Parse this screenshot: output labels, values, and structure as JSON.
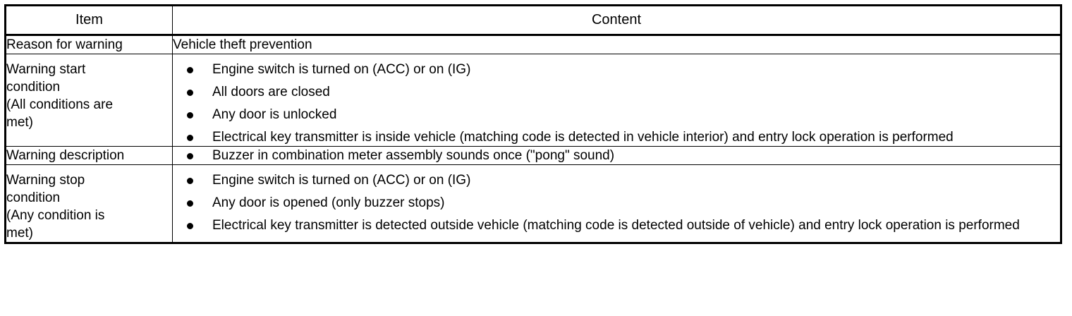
{
  "table": {
    "headers": {
      "item": "Item",
      "content": "Content"
    },
    "rows": [
      {
        "item": "Reason for warning",
        "content_type": "text",
        "content_text": "Vehicle theft prevention",
        "bullets": []
      },
      {
        "item": "Warning start\ncondition\n(All conditions are\nmet)",
        "item_lines": [
          "Warning start",
          "condition",
          "(All conditions are",
          "met)"
        ],
        "content_type": "bullets",
        "bullets": [
          "Engine switch is turned on (ACC) or on (IG)",
          "All doors are closed",
          "Any door is unlocked",
          "Electrical key transmitter is inside vehicle (matching code is detected in vehicle interior) and entry lock operation is performed"
        ]
      },
      {
        "item": "Warning description",
        "content_type": "bullets",
        "bullets": [
          "Buzzer in combination meter assembly sounds once (\"pong\" sound)"
        ]
      },
      {
        "item": "Warning stop\ncondition\n(Any condition is\nmet)",
        "item_lines": [
          "Warning stop",
          "condition",
          "(Any condition is",
          "met)"
        ],
        "content_type": "bullets",
        "bullets": [
          "Engine switch is turned on (ACC) or on (IG)",
          "Any door is opened (only buzzer stops)",
          "Electrical key transmitter is detected outside vehicle (matching code is detected outside of vehicle) and entry lock operation is performed"
        ]
      }
    ]
  },
  "colors": {
    "border": "#000000",
    "text": "#000000",
    "background": "#ffffff"
  }
}
